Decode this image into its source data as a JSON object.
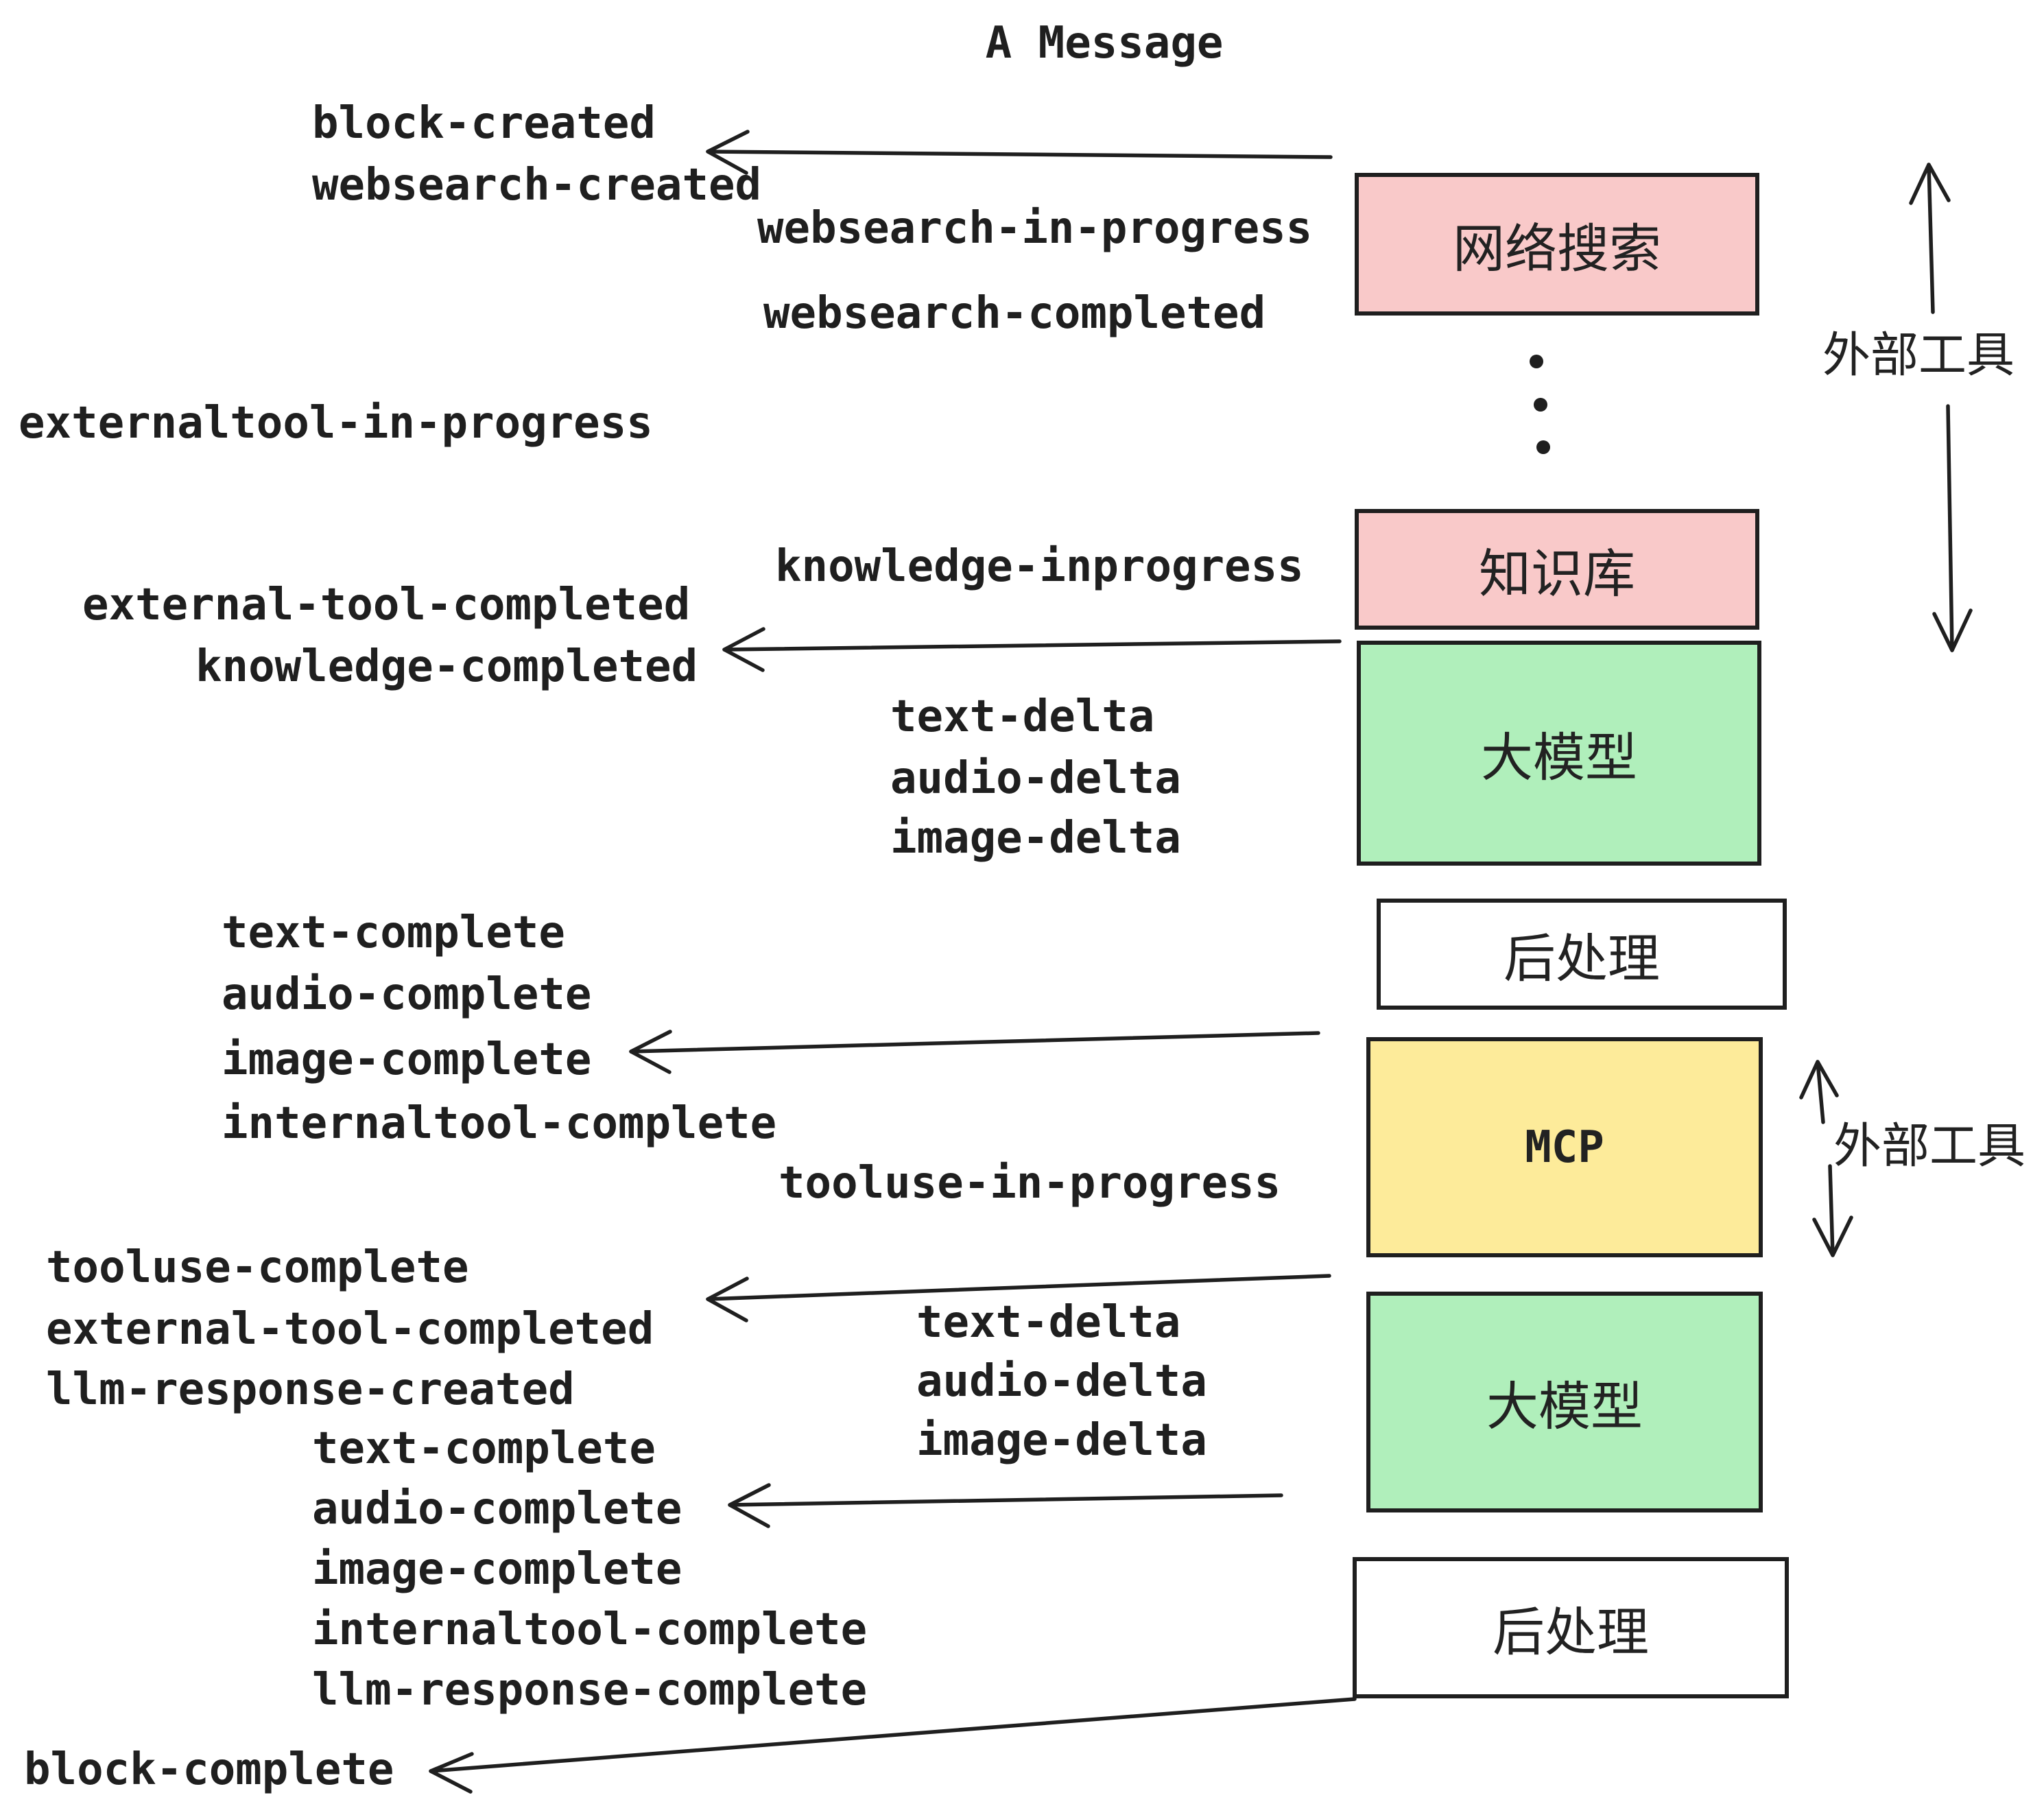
{
  "title": "A Message",
  "colors": {
    "pink": "#f9c9c9",
    "green": "#b0efbb",
    "yellow": "#fdeb9a",
    "white": "#ffffff",
    "line": "#1f1f1f"
  },
  "events": [
    {
      "id": "block-created",
      "text": "block-created"
    },
    {
      "id": "websearch-created",
      "text": "websearch-created"
    },
    {
      "id": "websearch-in-progress",
      "text": "websearch-in-progress"
    },
    {
      "id": "websearch-completed",
      "text": "websearch-completed"
    },
    {
      "id": "externaltool-in-progress",
      "text": "externaltool-in-progress"
    },
    {
      "id": "knowledge-inprogress",
      "text": "knowledge-inprogress"
    },
    {
      "id": "external-tool-completed-1",
      "text": "external-tool-completed"
    },
    {
      "id": "knowledge-completed",
      "text": "knowledge-completed"
    },
    {
      "id": "text-delta-1",
      "text": "text-delta"
    },
    {
      "id": "audio-delta-1",
      "text": "audio-delta"
    },
    {
      "id": "image-delta-1",
      "text": "image-delta"
    },
    {
      "id": "text-complete-1",
      "text": "text-complete"
    },
    {
      "id": "audio-complete-1",
      "text": "audio-complete"
    },
    {
      "id": "image-complete-1",
      "text": "image-complete"
    },
    {
      "id": "internaltool-complete-1",
      "text": "internaltool-complete"
    },
    {
      "id": "tooluse-in-progress",
      "text": "tooluse-in-progress"
    },
    {
      "id": "tooluse-complete",
      "text": "tooluse-complete"
    },
    {
      "id": "external-tool-completed-2",
      "text": "external-tool-completed"
    },
    {
      "id": "llm-response-created",
      "text": "llm-response-created"
    },
    {
      "id": "text-complete-2",
      "text": "text-complete"
    },
    {
      "id": "audio-complete-2",
      "text": "audio-complete"
    },
    {
      "id": "image-complete-2",
      "text": "image-complete"
    },
    {
      "id": "internaltool-complete-2",
      "text": "internaltool-complete"
    },
    {
      "id": "llm-response-complete",
      "text": "llm-response-complete"
    },
    {
      "id": "block-complete",
      "text": "block-complete"
    }
  ],
  "boxes": [
    {
      "id": "websearch",
      "label": "网络搜索",
      "color": "#f9c9c9"
    },
    {
      "id": "knowledge",
      "label": "知识库",
      "color": "#f9c9c9"
    },
    {
      "id": "llm-1",
      "label": "大模型",
      "color": "#b0efbb"
    },
    {
      "id": "postprocess-1",
      "label": "后处理",
      "color": "#ffffff"
    },
    {
      "id": "mcp",
      "label": "MCP",
      "color": "#fdeb9a"
    },
    {
      "id": "llm-2",
      "label": "大模型",
      "color": "#b0efbb"
    },
    {
      "id": "postprocess-2",
      "label": "后处理",
      "color": "#ffffff"
    }
  ],
  "side_labels": [
    {
      "id": "external-tools-top",
      "text": "外部工具"
    },
    {
      "id": "external-tools-bottom",
      "text": "外部工具"
    }
  ]
}
